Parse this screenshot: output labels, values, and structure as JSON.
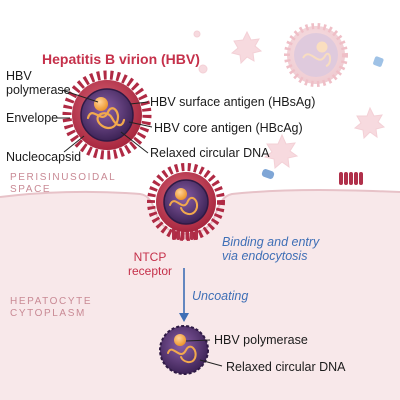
{
  "title": "Hepatitis B virion (HBV)",
  "labels": {
    "polymerase_top": "HBV\npolymerase",
    "envelope": "Envelope",
    "nucleocapsid": "Nucleocapsid",
    "surface_antigen": "HBV surface antigen (HBsAg)",
    "core_antigen": "HBV core antigen (HBcAg)",
    "rc_dna_top": "Relaxed circular DNA",
    "space": "PERISINUSOIDAL\nSPACE",
    "ntcp": "NTCP\nreceptor",
    "binding": "Binding and entry\nvia endocytosis",
    "cytoplasm": "HEPATOCYTE\nCYTOPLASM",
    "uncoating": "Uncoating",
    "polymerase_bottom": "HBV polymerase",
    "rc_dna_bottom": "Relaxed circular DNA"
  },
  "colors": {
    "title": "#c5304a",
    "process_text": "#3f6fb6",
    "region_text": "#c98a95",
    "virion_shell": "#c23a52",
    "capsid": "#5a3a78",
    "polymerase": "#f2a33c",
    "cell": "#f8e8ea"
  }
}
